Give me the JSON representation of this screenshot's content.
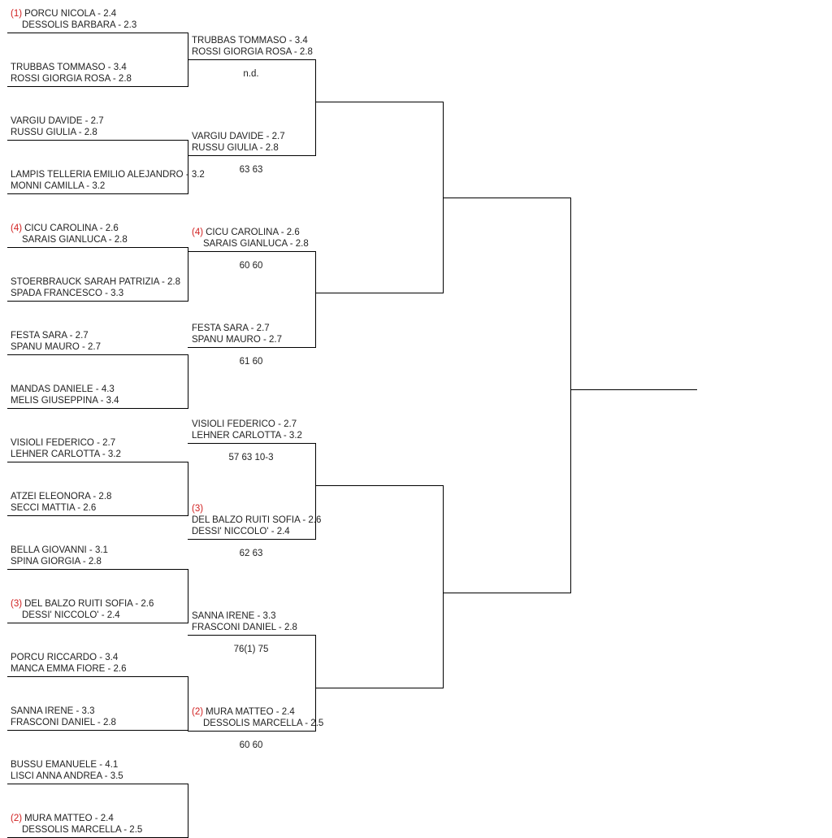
{
  "bracket": {
    "round1": [
      {
        "seed": "(1)",
        "players": [
          "PORCU NICOLA - 2.4",
          "DESSOLIS BARBARA - 2.3"
        ]
      },
      {
        "seed": "",
        "players": [
          "TRUBBAS TOMMASO - 3.4",
          "ROSSI GIORGIA ROSA - 2.8"
        ]
      },
      {
        "seed": "",
        "players": [
          "VARGIU DAVIDE - 2.7",
          "RUSSU GIULIA - 2.8"
        ]
      },
      {
        "seed": "",
        "players": [
          "LAMPIS TELLERIA EMILIO ALEJANDRO - 3.2",
          "MONNI CAMILLA - 3.2"
        ]
      },
      {
        "seed": "(4)",
        "players": [
          "CICU CAROLINA - 2.6",
          "SARAIS GIANLUCA - 2.8"
        ]
      },
      {
        "seed": "",
        "players": [
          "STOERBRAUCK SARAH PATRIZIA - 2.8",
          "SPADA FRANCESCO - 3.3"
        ]
      },
      {
        "seed": "",
        "players": [
          "FESTA SARA - 2.7",
          "SPANU MAURO - 2.7"
        ]
      },
      {
        "seed": "",
        "players": [
          "MANDAS DANIELE - 4.3",
          "MELIS GIUSEPPINA - 3.4"
        ]
      },
      {
        "seed": "",
        "players": [
          "VISIOLI FEDERICO - 2.7",
          "LEHNER CARLOTTA - 3.2"
        ]
      },
      {
        "seed": "",
        "players": [
          "ATZEI ELEONORA - 2.8",
          "SECCI MATTIA - 2.6"
        ]
      },
      {
        "seed": "",
        "players": [
          "BELLA GIOVANNI - 3.1",
          "SPINA GIORGIA - 2.8"
        ]
      },
      {
        "seed": "(3)",
        "players": [
          "DEL BALZO RUITI SOFIA - 2.6",
          "DESSI' NICCOLO' - 2.4"
        ]
      },
      {
        "seed": "",
        "players": [
          "PORCU RICCARDO - 3.4",
          "MANCA EMMA FIORE - 2.6"
        ]
      },
      {
        "seed": "",
        "players": [
          "SANNA IRENE - 3.3",
          "FRASCONI DANIEL - 2.8"
        ]
      },
      {
        "seed": "",
        "players": [
          "BUSSU EMANUELE - 4.1",
          "LISCI ANNA ANDREA - 3.5"
        ]
      },
      {
        "seed": "(2)",
        "players": [
          "MURA MATTEO - 2.4",
          "DESSOLIS MARCELLA - 2.5"
        ]
      }
    ],
    "round2": [
      {
        "seed": "",
        "players": [
          "TRUBBAS TOMMASO - 3.4",
          "ROSSI GIORGIA ROSA - 2.8"
        ],
        "score": "n.d."
      },
      {
        "seed": "",
        "players": [
          "VARGIU DAVIDE - 2.7",
          "RUSSU GIULIA - 2.8"
        ],
        "score": "63 63"
      },
      {
        "seed": "(4)",
        "players": [
          "CICU CAROLINA - 2.6",
          "SARAIS GIANLUCA - 2.8"
        ],
        "score": "60 60"
      },
      {
        "seed": "",
        "players": [
          "FESTA SARA - 2.7",
          "SPANU MAURO - 2.7"
        ],
        "score": "61 60"
      },
      {
        "seed": "",
        "players": [
          "VISIOLI FEDERICO - 2.7",
          "LEHNER CARLOTTA - 3.2"
        ],
        "score": "57 63 10-3"
      },
      {
        "seed": "(3)",
        "seedAbove": true,
        "players": [
          "DEL BALZO RUITI SOFIA - 2.6",
          "DESSI' NICCOLO' - 2.4"
        ],
        "score": "62 63"
      },
      {
        "seed": "",
        "players": [
          "SANNA IRENE - 3.3",
          "FRASCONI DANIEL - 2.8"
        ],
        "score": "76(1) 75"
      },
      {
        "seed": "(2)",
        "players": [
          "MURA MATTEO - 2.4",
          "DESSOLIS MARCELLA - 2.5"
        ],
        "score": "60 60"
      }
    ]
  }
}
